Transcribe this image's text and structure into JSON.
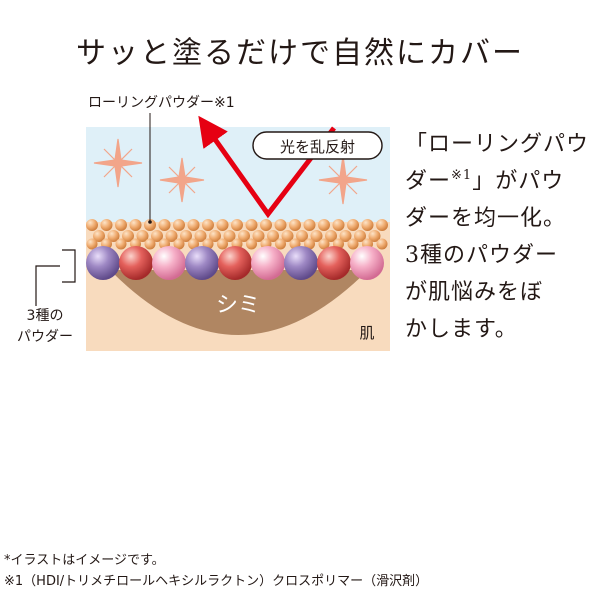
{
  "title": "サッと塗るだけで自然にカバー",
  "diagram": {
    "label_rolling_powder": "ローリングパウダー※1",
    "light_badge": "光を乱反射",
    "spot_label": "シミ",
    "skin_label": "肌",
    "label_three_powders_line1": "3種の",
    "label_three_powders_line2": "パウダー",
    "colors": {
      "sky": "#dff0f8",
      "skin": "#f8dbbe",
      "spot": "#b08662",
      "arrow": "#e60012",
      "sparkle": "#f2a58a",
      "small_bead": "#f1b47a",
      "purple_bead": "#8f78b4",
      "red_bead": "#e25d5b",
      "pink_bead": "#f6aac3"
    }
  },
  "description": {
    "l1": "「ローリングパウ",
    "l2a": "ダー",
    "l2sup": "※1",
    "l2b": "」がパウ",
    "l3": "ダーを均一化。",
    "l4": "3種のパウダー",
    "l5": "が肌悩みをぼ",
    "l6": "かします。"
  },
  "notes": {
    "line1": "*イラストはイメージです。",
    "line2": "※1（HDI/トリメチロールヘキシルラクトン）クロスポリマー（滑沢剤）"
  }
}
